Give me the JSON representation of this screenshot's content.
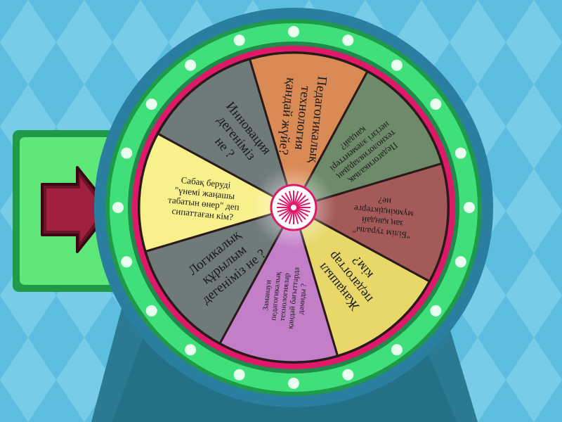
{
  "colors": {
    "background": "#5cbfe0",
    "pattern": "#8fd6ee",
    "stand": "#2a7a92",
    "stand_shadow": "#226a80",
    "outer_ring_dark": "#2a7ea0",
    "outer_ring": "#3fe07a",
    "outer_ring_edge": "#1f9a48",
    "pointer_tab": "#5ee87a",
    "arrow": "#8a1a34",
    "inner_ring": "#e0186a",
    "inner_ring_edge": "#1f8a4a",
    "dots": "#e8fff0",
    "hub": "#ffffff",
    "hub_star": "#e0186a"
  },
  "pointer": {
    "icon": "arrow-right-icon"
  },
  "wheel": {
    "segments": [
      {
        "label_lines": [
          "Педагогикалық",
          "технология",
          "қандай жүйе?"
        ],
        "color": "#d98a55",
        "text_color": "#1a1a1a"
      },
      {
        "label_lines": [
          "Педагогикалық",
          "технологиялардың",
          "негізгі элементтері",
          "қандай?"
        ],
        "color": "#6f8a6a",
        "text_color": "#1a1a1a"
      },
      {
        "label_lines": [
          "\"Білім туралы\"",
          "заң қандай",
          "мүмкіндіктерге",
          "ие?"
        ],
        "color": "#a55a5a",
        "text_color": "#1a1a1a"
      },
      {
        "label_lines": [
          "Жаңашыл",
          "педагогтар",
          "кім?"
        ],
        "color": "#e8d86a",
        "text_color": "#1a1a1a"
      },
      {
        "label_lines": [
          "Заманауи",
          "педагогикалық",
          "технологиялар",
          "қандай бағыттарда",
          "дамиды ?"
        ],
        "color": "#c27fc7",
        "text_color": "#1a1a1a"
      },
      {
        "label_lines": [
          "Логикалық",
          "құрылым",
          "дегеніміз не ?"
        ],
        "color": "#6f7a7a",
        "text_color": "#1a1a1a"
      },
      {
        "label_lines": [
          "Сабақ беруді",
          "\"үнемі жаңашы",
          "табатын өнер\" деп",
          "сипаттаған кім?"
        ],
        "color": "#f8f08a",
        "text_color": "#1a1a1a"
      },
      {
        "label_lines": [
          "Инновация",
          "дегеніміз",
          "не ?"
        ],
        "color": "#6f7a7a",
        "text_color": "#1a1a1a"
      }
    ]
  }
}
